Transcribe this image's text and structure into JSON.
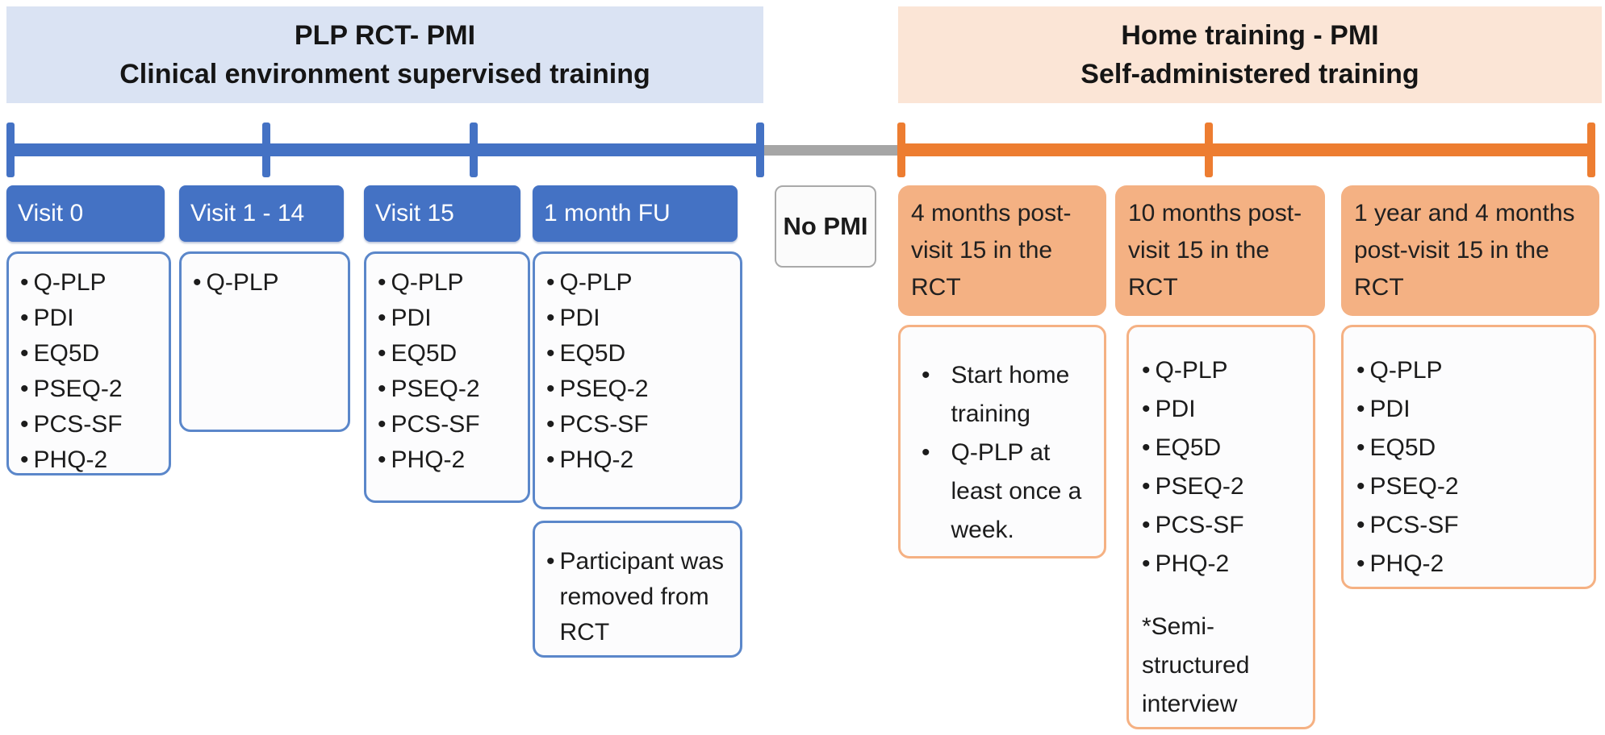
{
  "phase_left": {
    "title": "PLP RCT- PMI",
    "subtitle": "Clinical environment supervised training"
  },
  "phase_right": {
    "title": "Home training - PMI",
    "subtitle": "Self-administered training"
  },
  "no_pmi": "No PMI",
  "colors": {
    "left_header_bg": "#dae3f3",
    "right_header_bg": "#fbe5d6",
    "blue_timeline": "#4472c4",
    "gray_connector": "#a6a6a6",
    "orange_timeline": "#ed7d31",
    "orange_label_bg": "#f4b183"
  },
  "columns": [
    {
      "label": "Visit 0",
      "items": [
        "Q-PLP",
        "PDI",
        "EQ5D",
        "PSEQ-2",
        "PCS-SF",
        "PHQ-2"
      ]
    },
    {
      "label": "Visit 1 - 14",
      "items": [
        "Q-PLP"
      ]
    },
    {
      "label": "Visit 15",
      "items": [
        "Q-PLP",
        "PDI",
        "EQ5D",
        "PSEQ-2",
        "PCS-SF",
        "PHQ-2"
      ]
    },
    {
      "label": "1 month FU",
      "items": [
        "Q-PLP",
        "PDI",
        "EQ5D",
        "PSEQ-2",
        "PCS-SF",
        "PHQ-2"
      ],
      "note": "Participant was removed from RCT"
    },
    {
      "label": "4 months post-visit 15 in the RCT",
      "items": [
        "Start home training",
        "Q-PLP at least once a week."
      ]
    },
    {
      "label": "10 months post-visit 15 in the RCT",
      "items": [
        "Q-PLP",
        "PDI",
        "EQ5D",
        "PSEQ-2",
        "PCS-SF",
        "PHQ-2"
      ],
      "footnote": "*Semi-structured interview"
    },
    {
      "label": "1 year and 4 months post-visit 15 in the RCT",
      "items": [
        "Q-PLP",
        "PDI",
        "EQ5D",
        "PSEQ-2",
        "PCS-SF",
        "PHQ-2"
      ]
    }
  ]
}
